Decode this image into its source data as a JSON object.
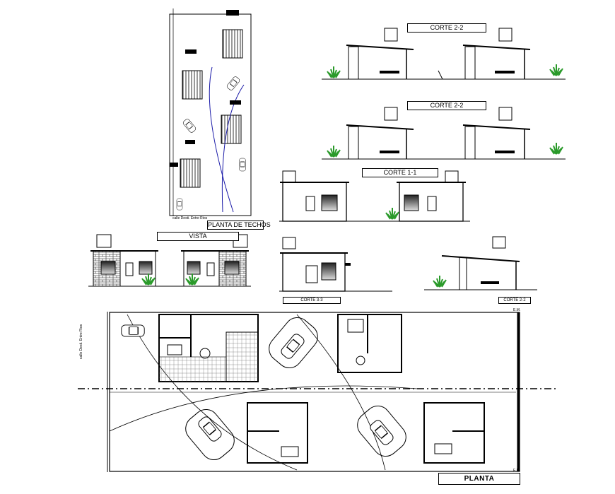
{
  "labels": {
    "corte_2_2_a": "CORTE 2-2",
    "corte_2_2_b": "CORTE 2-2",
    "corte_1_1": "CORTE 1-1",
    "planta_de_techos": "PLANTA DE TECHOS",
    "vista": "VISTA",
    "corte_3_3": "CORTE 3-3",
    "corte_2_2_c": "CORTE 2-2",
    "planta": "PLANTA"
  },
  "street_names": {
    "roof_plan": "calle Desti. Entre Rios",
    "floor_plan": "calle Desti. Entre Rios"
  },
  "level_marks": {
    "em_top": "E.M.",
    "em_bottom": "E.M."
  },
  "colors": {
    "line": "#000000",
    "path": "#1a1aa8",
    "vegetation": "#2a9a2a",
    "brick": "#555555"
  }
}
